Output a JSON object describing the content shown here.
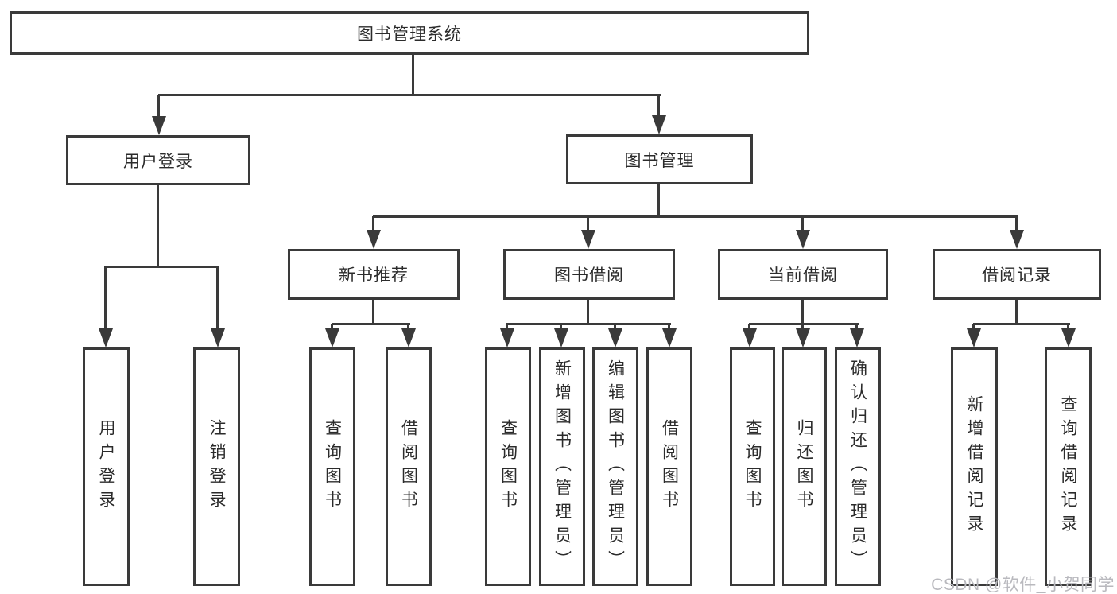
{
  "diagram": {
    "title": "图书管理系统",
    "root": "图书管理系统",
    "level2": {
      "user_login": "用户登录",
      "book_mgmt": "图书管理"
    },
    "level3": {
      "new_book_rec": "新书推荐",
      "book_borrow": "图书借阅",
      "current_borrow": "当前借阅",
      "borrow_records": "借阅记录"
    },
    "leaves": {
      "login": "用户登录",
      "logout": "注销登录",
      "rec_query_books": "查询图书",
      "rec_borrow_books": "借阅图书",
      "bb_query_books": "查询图书",
      "bb_add_books": "新增图书（管理员）",
      "bb_edit_books": "编辑图书（管理员）",
      "bb_borrow_books": "借阅图书",
      "cb_query_books": "查询图书",
      "cb_return_books": "归还图书",
      "cb_confirm_return": "确认归还（管理员）",
      "br_add_record": "新增借阅记录",
      "br_query_record": "查询借阅记录"
    }
  },
  "watermark": {
    "text": "CSDN @软件_小贺同学"
  },
  "colors": {
    "line": "#3a3a3a",
    "text": "#2b2b2b",
    "watermark": "#b9b9be",
    "background": "#ffffff"
  }
}
